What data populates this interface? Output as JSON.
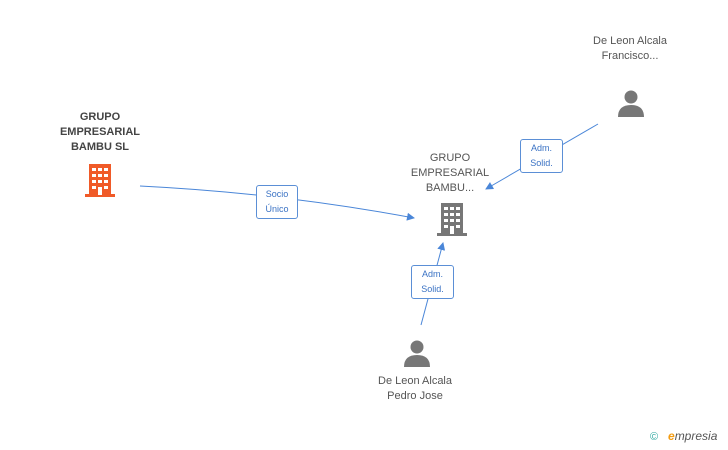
{
  "nodes": {
    "grupo_bambu": {
      "label": "GRUPO EMPRESARIAL BAMBU SL",
      "color": "#f05a28",
      "icon": "building-icon"
    },
    "grupo_center": {
      "label": "GRUPO EMPRESARIAL BAMBU...",
      "color": "#777777",
      "icon": "building-icon"
    },
    "francisco": {
      "label": "De Leon Alcala Francisco...",
      "color": "#777777",
      "icon": "person-icon"
    },
    "pedro": {
      "label": "De Leon Alcala Pedro Jose",
      "color": "#777777",
      "icon": "person-icon"
    }
  },
  "edges": {
    "socio": {
      "label_line1": "Socio",
      "label_line2": "Único"
    },
    "adm_top": {
      "label_line1": "Adm.",
      "label_line2": "Solid."
    },
    "adm_bottom": {
      "label_line1": "Adm.",
      "label_line2": "Solid."
    }
  },
  "colors": {
    "edge": "#4a86d8"
  },
  "footer": {
    "copyright": "©",
    "brand_e": "e",
    "brand_rest": "mpresia"
  }
}
